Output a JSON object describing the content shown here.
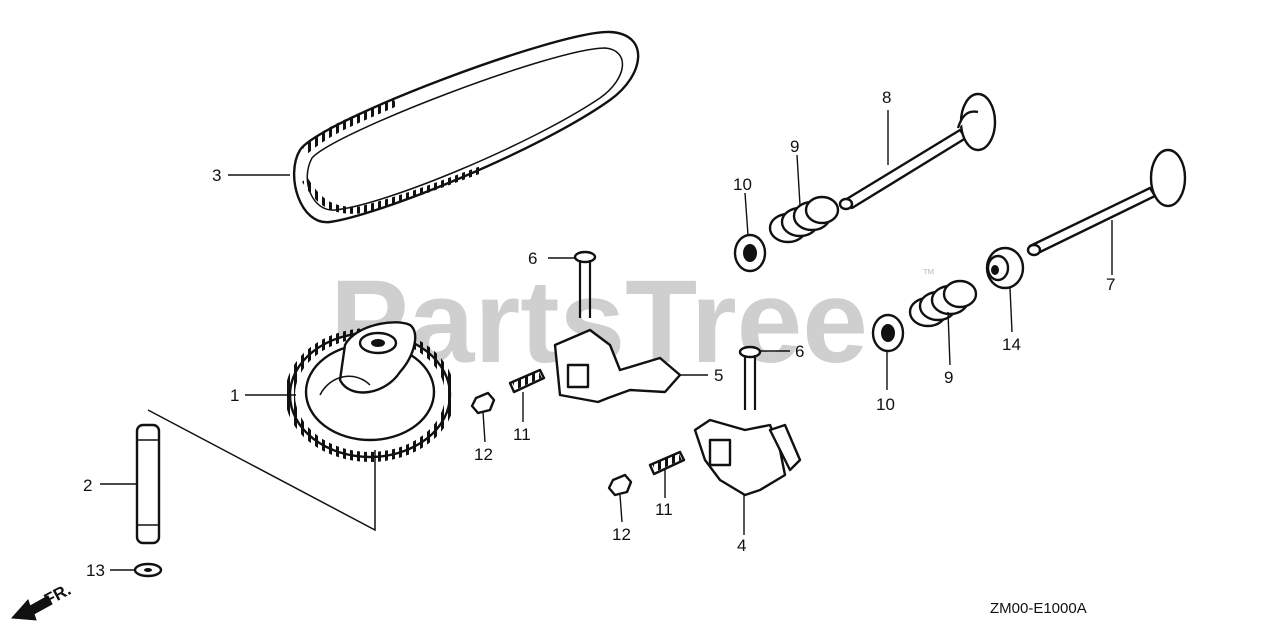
{
  "watermark": {
    "text": "PartsTree",
    "trademark": "™"
  },
  "figure_code": "ZM00-E1000A",
  "direction": {
    "label": "FR."
  },
  "callouts": [
    {
      "id": "c1",
      "text": "1"
    },
    {
      "id": "c2",
      "text": "2"
    },
    {
      "id": "c3",
      "text": "3"
    },
    {
      "id": "c4",
      "text": "4"
    },
    {
      "id": "c5",
      "text": "5"
    },
    {
      "id": "c6a",
      "text": "6"
    },
    {
      "id": "c6b",
      "text": "6"
    },
    {
      "id": "c7",
      "text": "7"
    },
    {
      "id": "c8",
      "text": "8"
    },
    {
      "id": "c9a",
      "text": "9"
    },
    {
      "id": "c9b",
      "text": "9"
    },
    {
      "id": "c10a",
      "text": "10"
    },
    {
      "id": "c10b",
      "text": "10"
    },
    {
      "id": "c11a",
      "text": "11"
    },
    {
      "id": "c11b",
      "text": "11"
    },
    {
      "id": "c12a",
      "text": "12"
    },
    {
      "id": "c12b",
      "text": "12"
    },
    {
      "id": "c13",
      "text": "13"
    },
    {
      "id": "c14",
      "text": "14"
    }
  ]
}
